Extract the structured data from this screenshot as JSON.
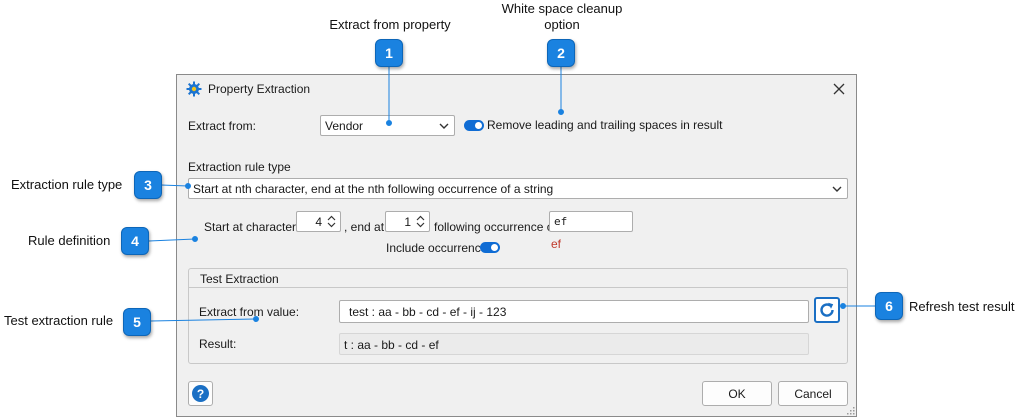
{
  "callouts": {
    "extract_from_property": "Extract from property",
    "white_space_line1": "White space cleanup",
    "white_space_line2": "option",
    "extraction_rule_type": "Extraction rule type",
    "rule_definition": "Rule definition",
    "test_extraction_rule": "Test extraction rule",
    "refresh_test_result": "Refresh test result",
    "badges": [
      "1",
      "2",
      "3",
      "4",
      "5",
      "6"
    ]
  },
  "dialog": {
    "title": "Property Extraction",
    "title_icon": "gear-icon",
    "extract_from_label": "Extract from:",
    "extract_from_value": "Vendor",
    "remove_spaces_label": "Remove leading and trailing spaces in result",
    "remove_spaces_on": true,
    "rule_type_label": "Extraction rule type",
    "rule_type_value": "Start at nth character, end at the nth following occurrence of a string",
    "start_at_label": "Start at character",
    "start_at_value": "4",
    "end_at_label": ", end at",
    "end_at_value": "1",
    "following_label": "following occurrence of",
    "occurrence_string": "ef",
    "occurrence_preview": "ef",
    "include_occurrence_label": "Include occurrence",
    "include_occurrence_on": true,
    "test_group_label": "Test Extraction",
    "test_value_label": "Extract from value:",
    "test_value": "test : aa - bb - cd - ef - ij - 123",
    "result_label": "Result:",
    "result_value": "t : aa - bb - cd - ef",
    "ok_label": "OK",
    "cancel_label": "Cancel",
    "help_label": "?"
  },
  "colors": {
    "badge": "#1a82e0",
    "toggle": "#0f6cd4",
    "preview_text": "#c0392b",
    "refresh_icon": "#1a6fc4"
  }
}
